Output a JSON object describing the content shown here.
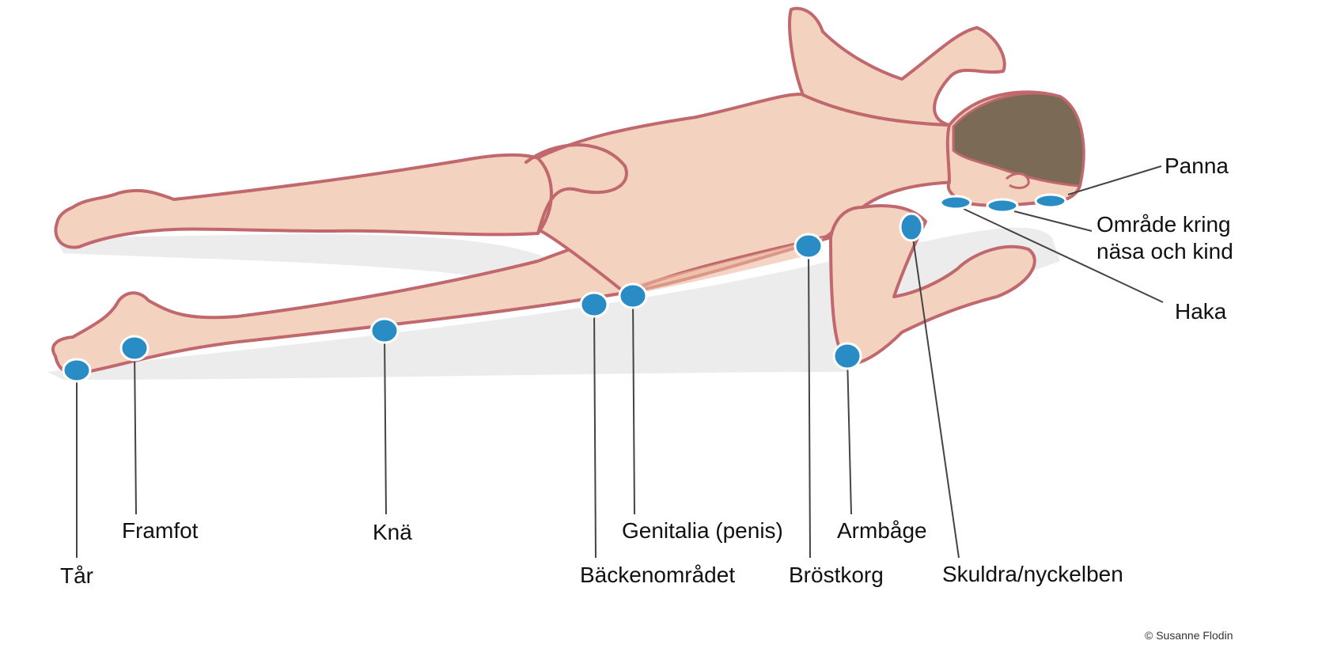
{
  "diagram": {
    "labels": {
      "toes": "Tår",
      "forefoot": "Framfot",
      "knee": "Knä",
      "pelvis": "Bäckenområdet",
      "genitals": "Genitalia (penis)",
      "chest": "Bröstkorg",
      "elbow": "Armbåge",
      "shoulder": "Skuldra/nyckelben",
      "forehead": "Panna",
      "nose_cheek_line1": "Område kring",
      "nose_cheek_line2": "näsa och kind",
      "chin": "Haka"
    },
    "credit": "© Susanne Flodin"
  },
  "colors": {
    "skin": "#f3d2bf",
    "skin_shade": "#ecb89c",
    "outline": "#c0686e",
    "hair": "#7b6b56",
    "pressure_point": "#2a8cc4",
    "shadow": "#ececec",
    "leader_line": "#444444"
  }
}
